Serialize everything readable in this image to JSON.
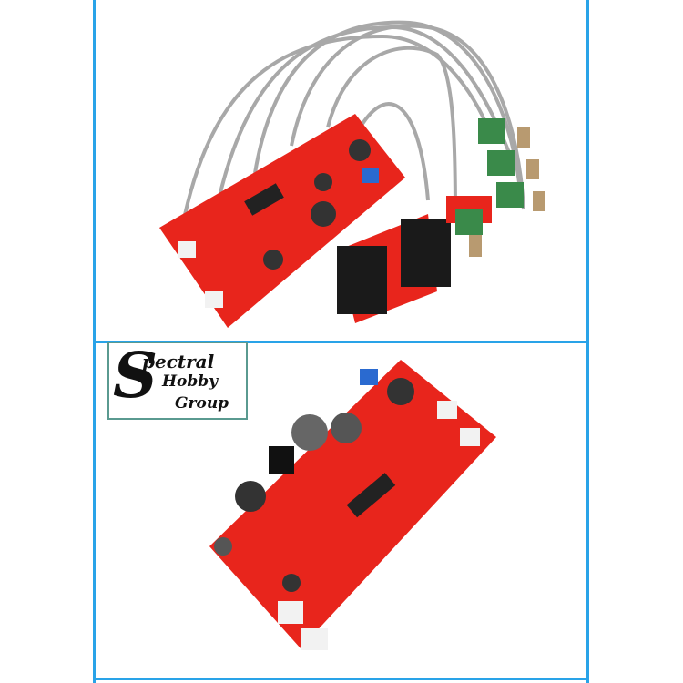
{
  "logo": {
    "line1": "S",
    "line1_rest": "pectral",
    "line2": "Hobby",
    "line3": "Group"
  },
  "colors": {
    "frame": "#29a3e8",
    "pcb": "#e8251c",
    "cable": "#a8a8a8"
  }
}
